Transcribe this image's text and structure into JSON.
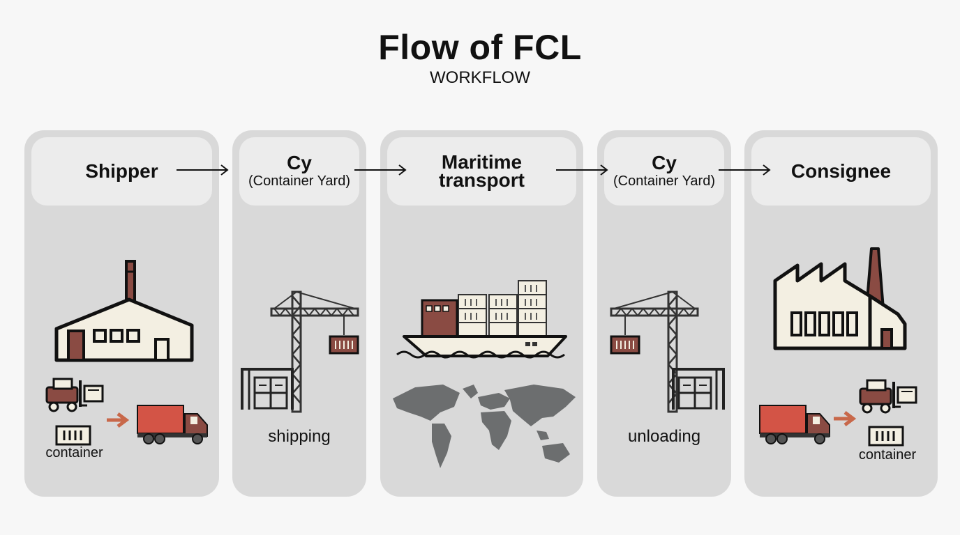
{
  "title": "Flow of FCL",
  "subtitle": "WORKFLOW",
  "colors": {
    "panel": "#d9d9d9",
    "header": "#ececec",
    "brown": "#8a4b43",
    "truck_red": "#d35446",
    "map_gray": "#6c6e6f",
    "cream": "#f3efe2",
    "accent_arrow": "#c8684a"
  },
  "steps": [
    {
      "title": "Shipper",
      "subtitle": "",
      "caption": "container",
      "icons": [
        "factory-icon",
        "forklift-icon",
        "container-icon",
        "truck-icon"
      ]
    },
    {
      "title": "Cy",
      "subtitle": "(Container Yard)",
      "caption": "shipping",
      "icons": [
        "crane-icon",
        "warehouse-icon"
      ]
    },
    {
      "title": "Maritime\ntransport",
      "subtitle": "",
      "caption": "",
      "icons": [
        "ship-icon",
        "world-map-icon"
      ]
    },
    {
      "title": "Cy",
      "subtitle": "(Container Yard)",
      "caption": "unloading",
      "icons": [
        "crane-icon",
        "warehouse-icon"
      ]
    },
    {
      "title": "Consignee",
      "subtitle": "",
      "caption": "container",
      "icons": [
        "factory-icon",
        "truck-icon",
        "forklift-icon",
        "container-icon"
      ]
    }
  ]
}
